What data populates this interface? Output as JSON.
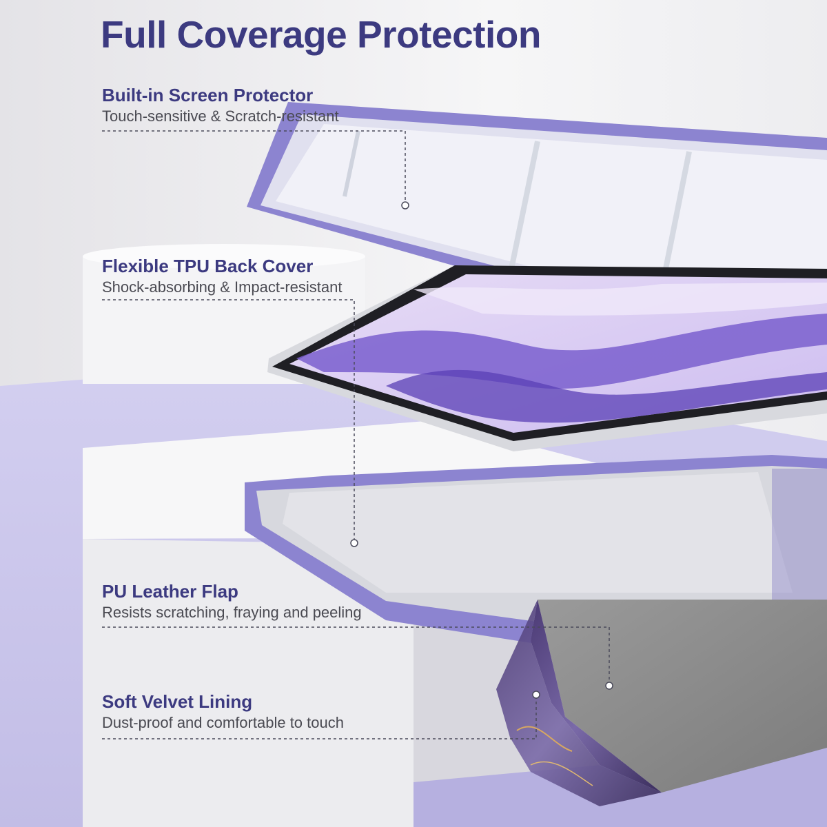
{
  "headline": "Full Coverage Protection",
  "features": [
    {
      "title": "Built-in Screen Protector",
      "subtitle": "Touch-sensitive & Scratch-resistant"
    },
    {
      "title": "Flexible TPU Back Cover",
      "subtitle": "Shock-absorbing & Impact-resistant"
    },
    {
      "title": "PU Leather Flap",
      "subtitle": "Resists scratching, fraying and peeling"
    },
    {
      "title": "Soft Velvet Lining",
      "subtitle": "Dust-proof and comfortable to touch"
    }
  ],
  "colors": {
    "headline": "#3c3a80",
    "frame_purple": "#8c84d0",
    "lavender_floor": "#c9c4ec",
    "leather_gray": "#8e8e8e"
  }
}
